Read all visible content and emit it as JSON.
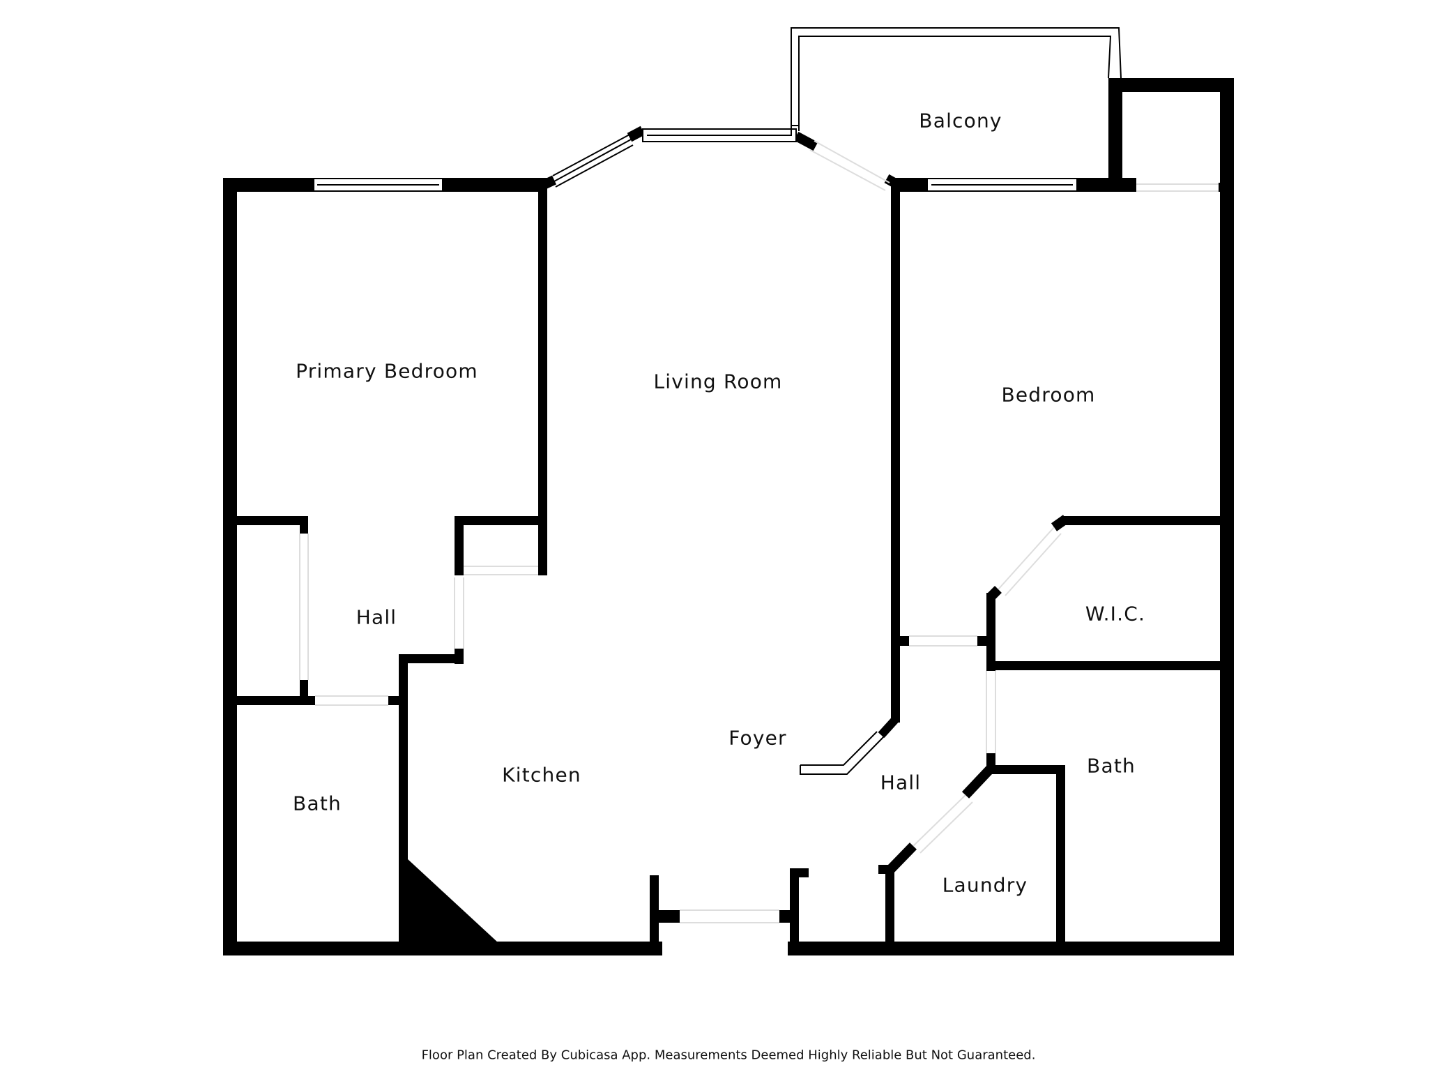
{
  "rooms": {
    "balcony": "Balcony",
    "primary_bedroom": "Primary Bedroom",
    "living_room": "Living Room",
    "bedroom": "Bedroom",
    "hall_left": "Hall",
    "wic": "W.I.C.",
    "foyer": "Foyer",
    "kitchen": "Kitchen",
    "bath_left": "Bath",
    "hall_right": "Hall",
    "bath_right": "Bath",
    "laundry": "Laundry"
  },
  "footer": {
    "note": "Floor Plan Created By Cubicasa App. Measurements Deemed Highly Reliable But Not Guaranteed."
  },
  "colors": {
    "wall": "#000000",
    "background": "#ffffff"
  }
}
